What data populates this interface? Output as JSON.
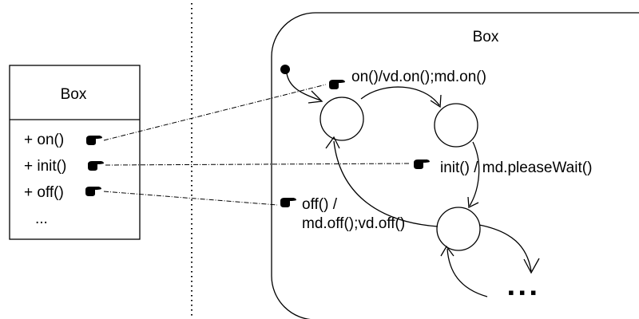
{
  "class_box": {
    "title": "Box",
    "methods": [
      "+ on()",
      "+ init()",
      "+ off()"
    ],
    "more": "..."
  },
  "state_machine": {
    "title": "Box",
    "transitions": {
      "on": "on()/vd.on();md.on()",
      "init": "init() / md.pleaseWait()",
      "off_line1": "off() /",
      "off_line2": "md.off();vd.off()"
    },
    "more": "▪ ▪ ▪"
  },
  "icons": {
    "method_marker": "pointing-hand-icon"
  }
}
